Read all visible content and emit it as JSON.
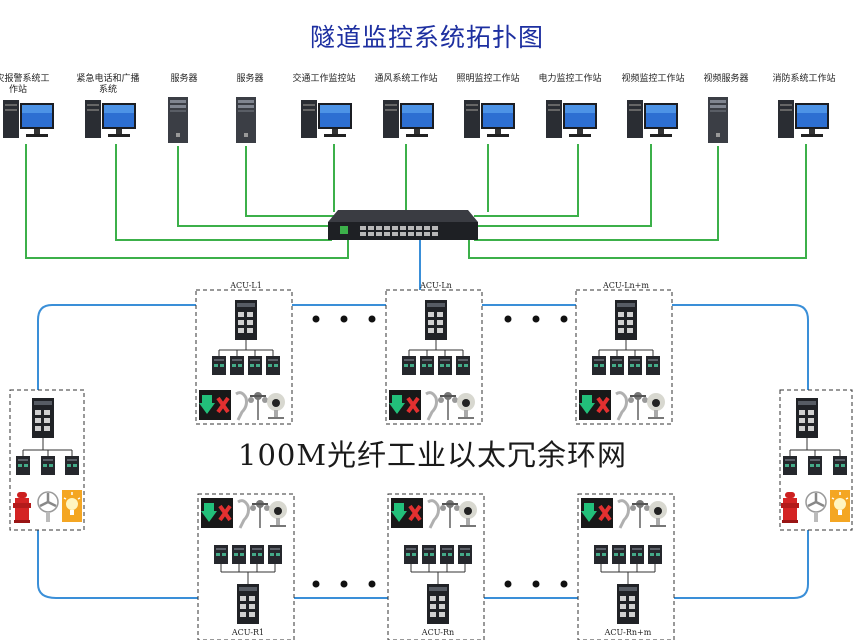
{
  "title": "隧道监控系统拓扑图",
  "workstations": [
    {
      "label": "火灾报警系统工作站",
      "kind": "pc"
    },
    {
      "label": "紧急电话和广播系统",
      "kind": "pc"
    },
    {
      "label": "服务器",
      "kind": "server"
    },
    {
      "label": "服务器",
      "kind": "server"
    },
    {
      "label": "交通工作监控站",
      "kind": "pc"
    },
    {
      "label": "通风系统工作站",
      "kind": "pc"
    },
    {
      "label": "照明监控工作站",
      "kind": "pc"
    },
    {
      "label": "电力监控工作站",
      "kind": "pc"
    },
    {
      "label": "视频监控工作站",
      "kind": "pc"
    },
    {
      "label": "视频服务器",
      "kind": "server"
    },
    {
      "label": "消防系统工作站",
      "kind": "pc"
    }
  ],
  "ring_label": "100M光纤工业以太冗余环网",
  "acu_labels": [
    "ACU-L1",
    "ACU-Ln",
    "ACU-Ln+m",
    "ACU-R1",
    "ACU-Rn",
    "ACU-Rn+m"
  ],
  "colors": {
    "title": "#1d2fa0",
    "lan_link": "#3cb04a",
    "fiber_ring": "#3a8fd8",
    "box_border": "#333333"
  },
  "icons": [
    "monitor-icon",
    "server-tower-icon",
    "core-switch-icon",
    "industrial-switch-icon",
    "green-arrow-signal-icon",
    "red-x-signal-icon",
    "anemometer-icon",
    "camera-icon",
    "fire-hydrant-icon",
    "fan-icon",
    "lamp-icon"
  ]
}
